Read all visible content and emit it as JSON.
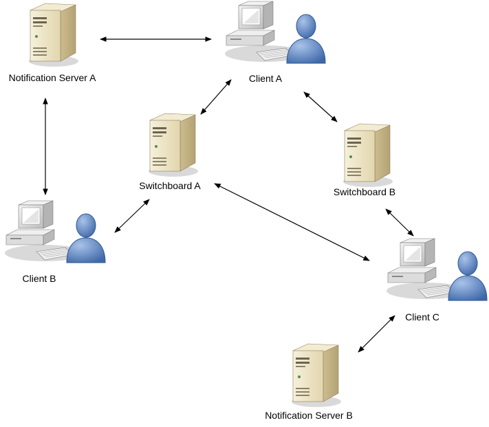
{
  "diagram": {
    "nodes": [
      {
        "id": "ns-a",
        "kind": "server",
        "label": "Notification Server A"
      },
      {
        "id": "cl-a",
        "kind": "client",
        "label": "Client A"
      },
      {
        "id": "sb-a",
        "kind": "server",
        "label": "Switchboard A"
      },
      {
        "id": "sb-b",
        "kind": "server",
        "label": "Switchboard B"
      },
      {
        "id": "cl-b",
        "kind": "client",
        "label": "Client B"
      },
      {
        "id": "cl-c",
        "kind": "client",
        "label": "Client C"
      },
      {
        "id": "ns-b",
        "kind": "server",
        "label": "Notification Server B"
      }
    ],
    "edges": [
      {
        "from": "ns-a",
        "to": "cl-a",
        "bidirectional": true
      },
      {
        "from": "ns-a",
        "to": "cl-b",
        "bidirectional": true
      },
      {
        "from": "cl-a",
        "to": "sb-a",
        "bidirectional": true
      },
      {
        "from": "cl-a",
        "to": "sb-b",
        "bidirectional": true
      },
      {
        "from": "sb-a",
        "to": "cl-b",
        "bidirectional": true
      },
      {
        "from": "sb-a",
        "to": "cl-c",
        "bidirectional": true
      },
      {
        "from": "sb-b",
        "to": "cl-c",
        "bidirectional": true
      },
      {
        "from": "ns-b",
        "to": "cl-c",
        "bidirectional": true
      }
    ],
    "colors": {
      "server_body": "#ece3c5",
      "server_side": "#c9b98b",
      "user_blue": "#5b87c4",
      "monitor_gray": "#d9d9d9",
      "arrow": "#000000"
    }
  }
}
